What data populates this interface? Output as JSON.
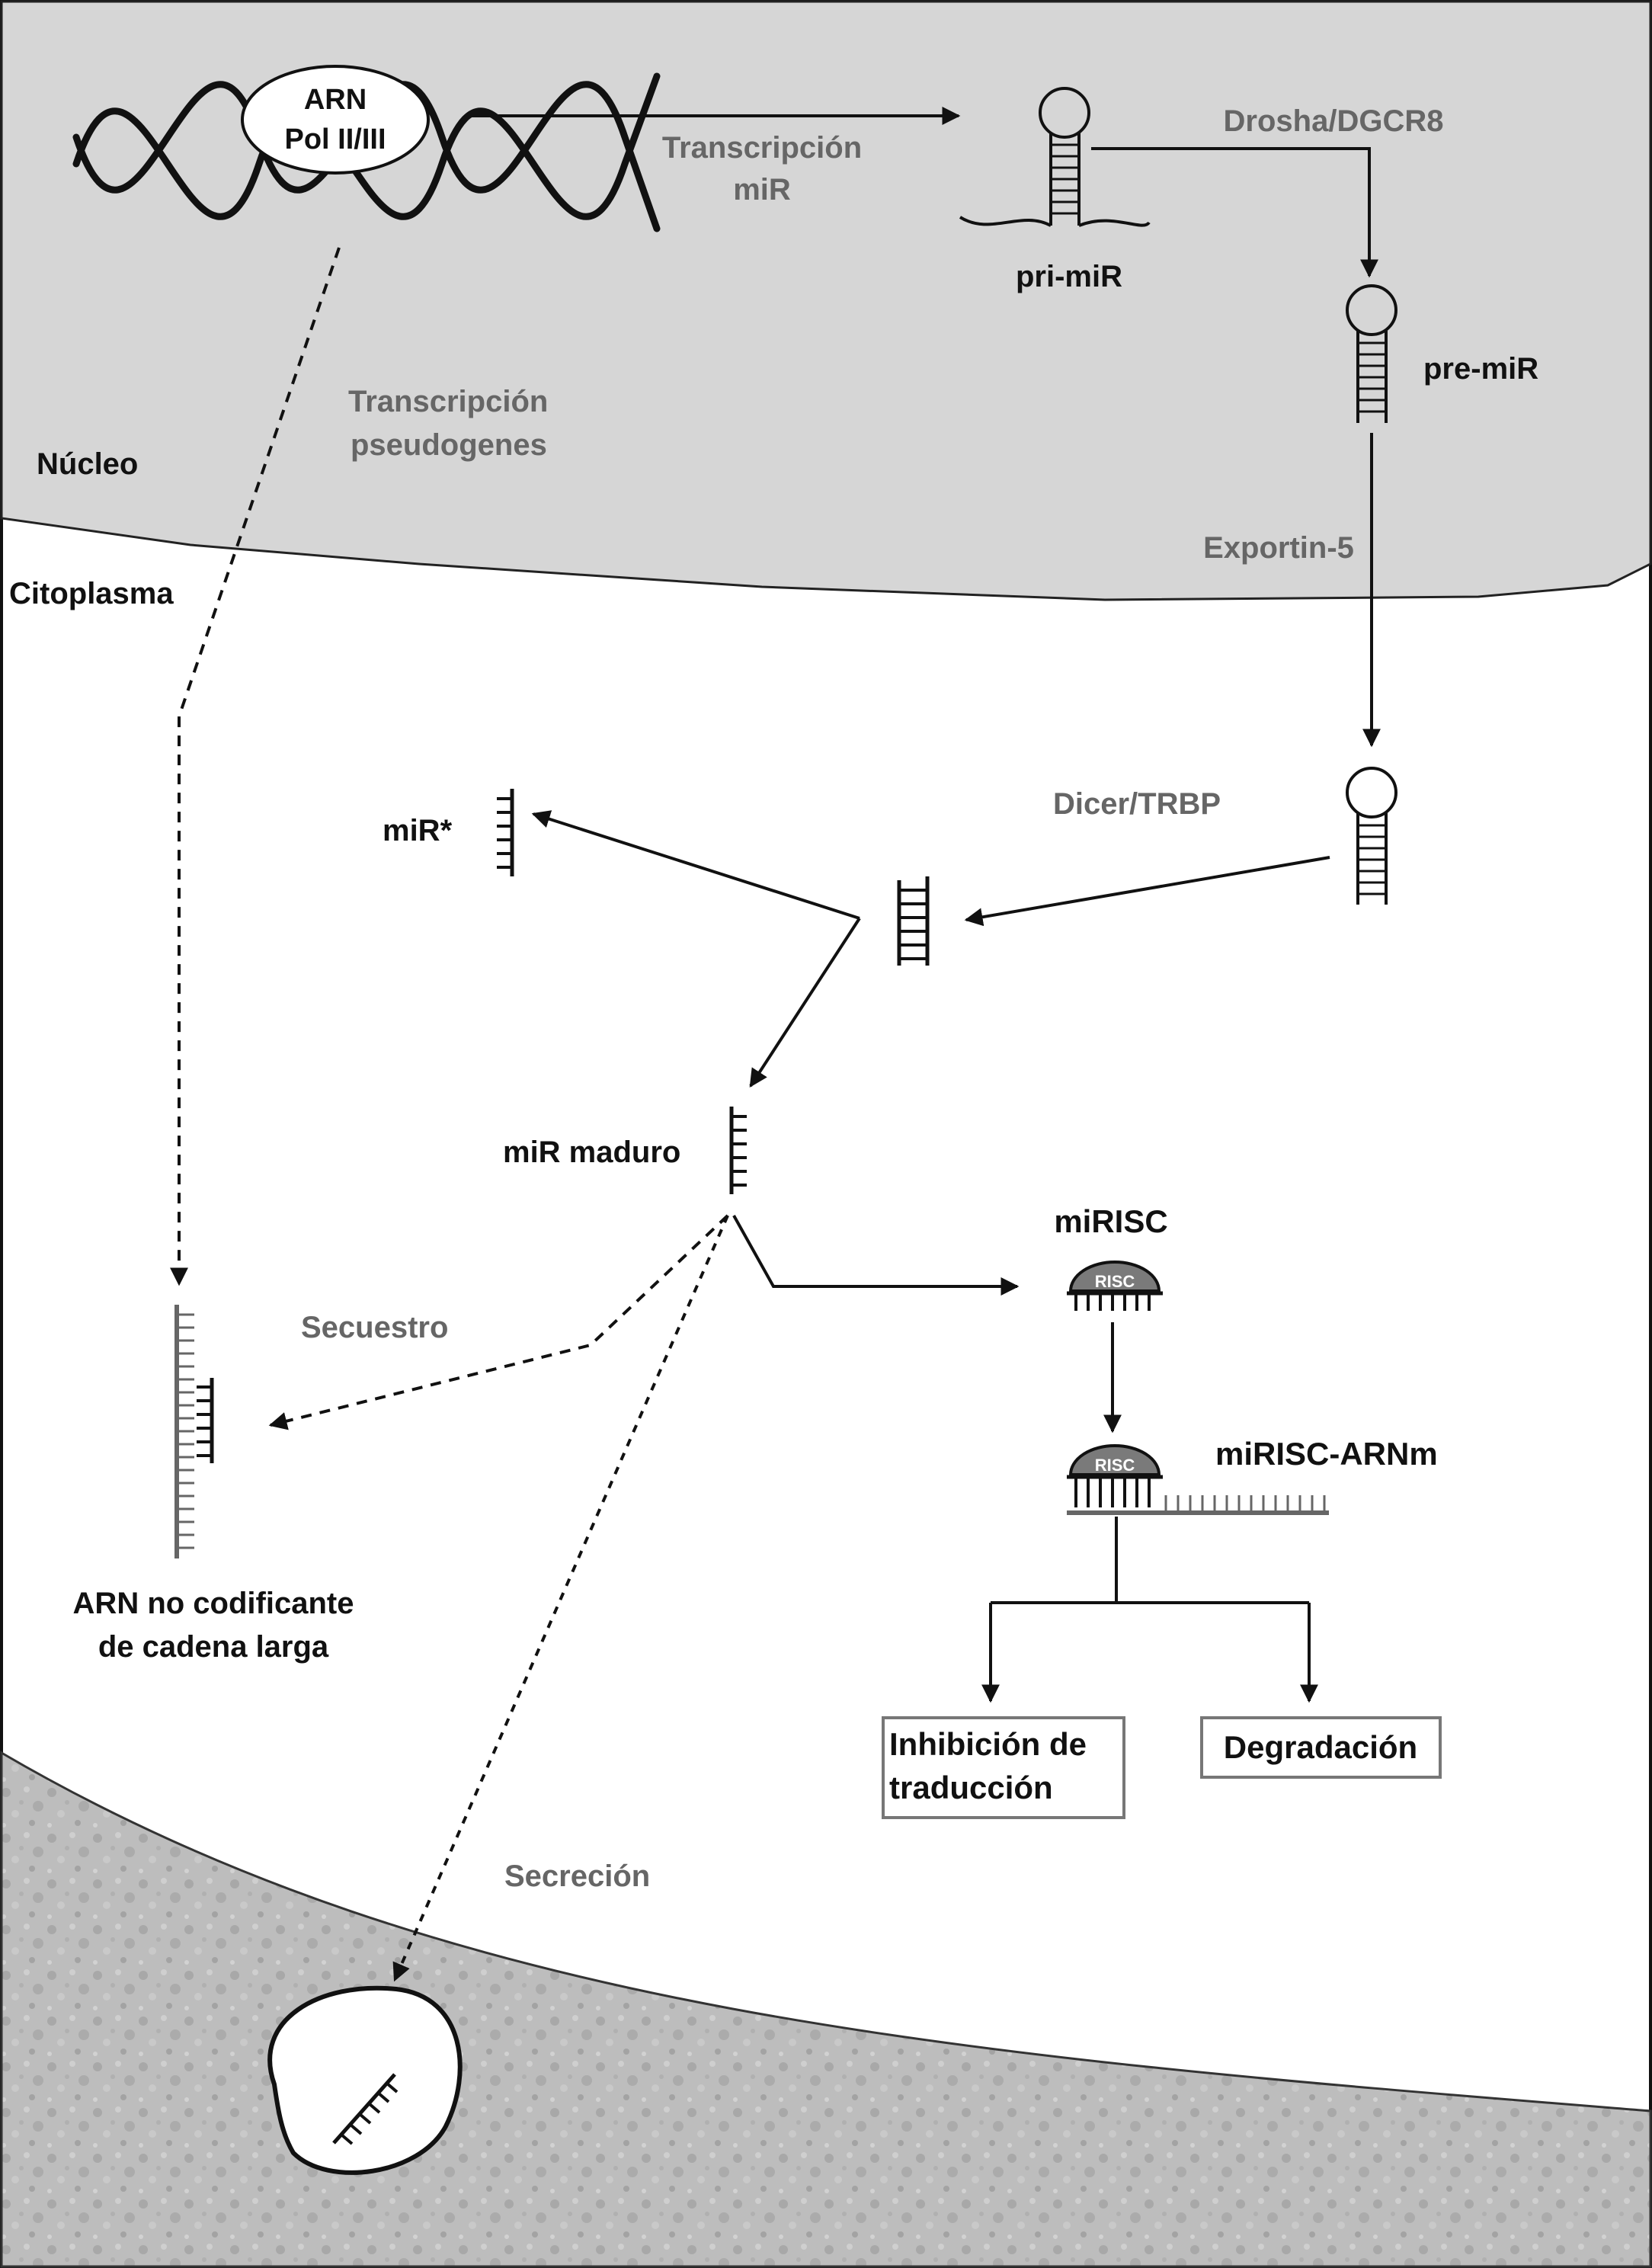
{
  "figure": {
    "enzyme_label": [
      "ARN",
      "Pol II/III"
    ],
    "compartments": {
      "nucleus": "Núcleo",
      "cytoplasm": "Citoplasma"
    },
    "steps": {
      "transcription_mir": [
        "Transcripción",
        "miR"
      ],
      "drosha": "Drosha/DGCR8",
      "exportin": "Exportin-5",
      "dicer": "Dicer/TRBP",
      "transcription_pseudogenes": [
        "Transcripción",
        "pseudogenes"
      ],
      "sequestration": "Secuestro",
      "secretion": "Secreción"
    },
    "molecules": {
      "pri_mir": "pri-miR",
      "pre_mir": "pre-miR",
      "mir_star": "miR*",
      "mature_mir": "miR maduro",
      "mirisc": "miRISC",
      "mirisc_mrna": "miRISC-ARNm",
      "risc_tag": "RISC",
      "lncrna": [
        "ARN no codificante",
        "de cadena larga"
      ]
    },
    "outcomes": {
      "translation_inhibition": [
        "Inhibición de",
        "traducción"
      ],
      "degradation": "Degradación"
    }
  }
}
